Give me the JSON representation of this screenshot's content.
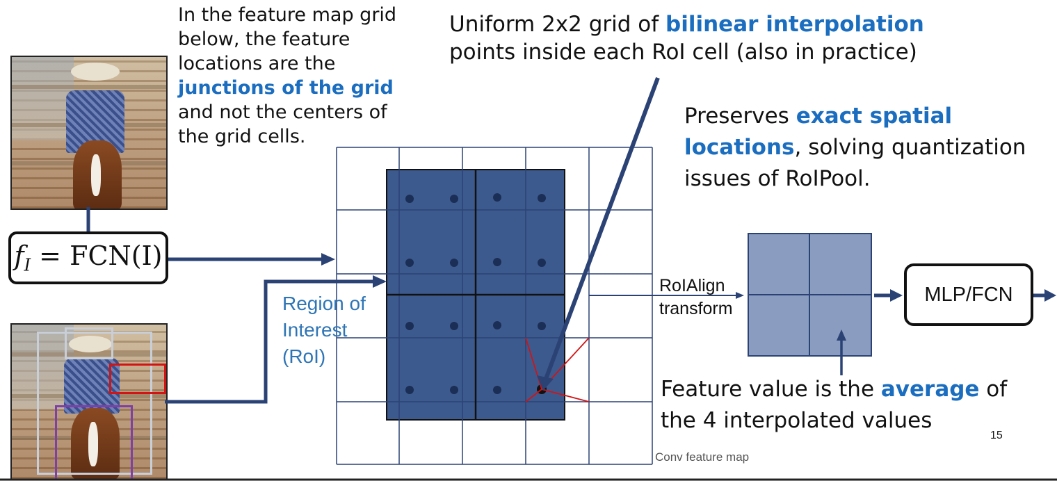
{
  "annotations": {
    "feature_map_note": {
      "line1": "In the feature map grid",
      "line2": "below, the feature",
      "line3": "locations are the",
      "highlight": "junctions of the grid",
      "line5": "and not the centers of",
      "line6": "the grid cells."
    },
    "bilinear_note": {
      "prefix": "Uniform 2x2 grid of ",
      "highlight": "bilinear interpolation",
      "line2": "points inside each RoI cell (also in practice)"
    },
    "preserves_note": {
      "prefix": "Preserves ",
      "highlight_a": "exact spatial",
      "highlight_b": "locations",
      "suffix": ", solving quantization",
      "line3": "issues of RoIPool."
    },
    "average_note": {
      "prefix": "Feature value is the ",
      "highlight": "average",
      "suffix": " of",
      "line2": "the 4 interpolated values"
    }
  },
  "formula": "f_I = FCN(I)",
  "roi_label": [
    "Region of",
    "Interest",
    "(RoI)"
  ],
  "roialign_label": [
    "RoIAlign",
    "transform"
  ],
  "mlp_label": "MLP/FCN",
  "conv_label": "Conv feature map",
  "page_number": "15",
  "colors": {
    "highlight_text": "#1a6dbf",
    "roi_fill": "#3d5a8f",
    "grid_line": "#2b4275",
    "arrow": "#2b4275",
    "output_fill": "#8a9cbf",
    "roi_label_color": "#2e75b6",
    "bbox_red": "#d21414",
    "bbox_purple": "#7e3fa6",
    "bbox_gray": "#c9cfd9"
  },
  "icons": {
    "input_image": "cowboy-horse-photo",
    "input_image_with_boxes": "cowboy-horse-photo-with-boxes"
  }
}
